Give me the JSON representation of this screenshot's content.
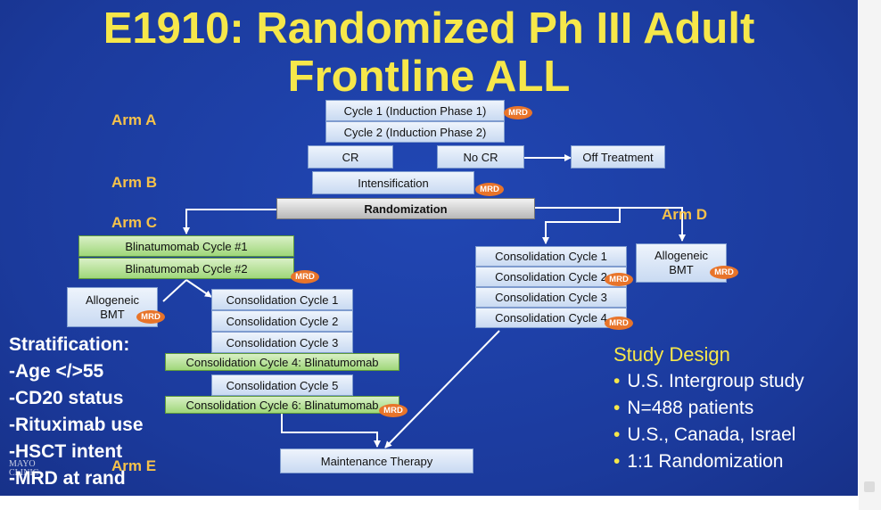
{
  "title": {
    "line1": "E1910: Randomized Ph III Adult",
    "line2": "Frontline ALL"
  },
  "arms": {
    "a": "Arm A",
    "b": "Arm B",
    "c": "Arm C",
    "d": "Arm D",
    "e": "Arm E"
  },
  "flow": {
    "induction1": "Cycle 1 (Induction Phase 1)",
    "induction2": "Cycle 2 (Induction Phase 2)",
    "cr": "CR",
    "no_cr": "No CR",
    "off_treatment": "Off Treatment",
    "intensification": "Intensification",
    "randomization": "Randomization",
    "blina1": "Blinatumomab Cycle #1",
    "blina2": "Blinatumomab Cycle #2",
    "allo_left_l1": "Allogeneic",
    "allo_left_l2": "BMT",
    "left_cons1": "Consolidation Cycle 1",
    "left_cons2": "Consolidation Cycle 2",
    "left_cons3": "Consolidation Cycle 3",
    "left_cons4": "Consolidation Cycle  4: Blinatumomab",
    "left_cons5": "Consolidation Cycle 5",
    "left_cons6": "Consolidation Cycle  6: Blinatumomab",
    "right_cons1": "Consolidation Cycle 1",
    "right_cons2": "Consolidation Cycle 2",
    "right_cons3": "Consolidation Cycle 3",
    "right_cons4": "Consolidation Cycle 4",
    "allo_right_l1": "Allogeneic",
    "allo_right_l2": "BMT",
    "maintenance": "Maintenance Therapy",
    "mrd": "MRD"
  },
  "stratification": {
    "heading": "Stratification:",
    "items": [
      "-Age </>55",
      "-CD20 status",
      "-Rituximab use",
      "-HSCT intent",
      "-MRD at rand"
    ]
  },
  "study_design": {
    "heading": "Study Design",
    "bullet": "•",
    "items": [
      "U.S. Intergroup study",
      "N=488 patients",
      "U.S., Canada, Israel",
      "1:1 Randomization"
    ]
  },
  "logo": {
    "line1": "MAYO",
    "line2": "CLINIC"
  },
  "colors": {
    "background": "#1c3fa6",
    "title": "#f6e74a",
    "arm_label": "#f6c24a",
    "mrd_badge": "#e8742a",
    "blue_box": "#c9daf2",
    "green_box": "#9fd77a",
    "randomization_box": "#b8b8b8"
  }
}
